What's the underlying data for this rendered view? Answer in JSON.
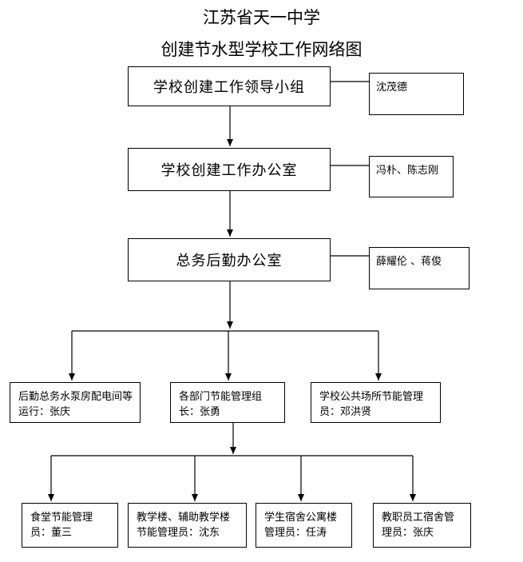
{
  "header": {
    "school": "江苏省天一中学",
    "title": "创建节水型学校工作网络图"
  },
  "levels": [
    {
      "label": "学校创建工作领导小组",
      "members": "沈茂德"
    },
    {
      "label": "学校创建工作办公室",
      "members": "冯朴、陈志刚"
    },
    {
      "label": "总务后勤办公室",
      "members": "薛耀伦 、蒋俊"
    }
  ],
  "branches": [
    {
      "label": "后勤总务水泵房配电间等运行：张庆"
    },
    {
      "label": "各部门节能管理组长：张勇"
    },
    {
      "label": "学校公共场所节能管理员：邓洪贤"
    }
  ],
  "sub_branches": [
    {
      "label": "食堂节能管理员：董三"
    },
    {
      "label": "教学楼、辅助教学楼节能管理员：沈东"
    },
    {
      "label": "学生宿舍公寓楼管理员：任涛"
    },
    {
      "label": "教职员工宿舍管理员：张庆"
    }
  ]
}
